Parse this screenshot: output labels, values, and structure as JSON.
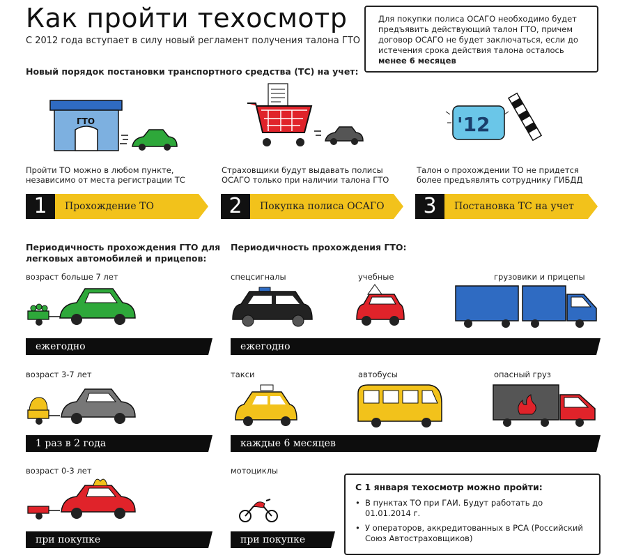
{
  "header": {
    "title": "Как пройти техосмотр",
    "subtitle": "С 2012 года вступает в силу новый регламент получения талона ГТО"
  },
  "note": {
    "text": "Для покупки полиса ОСАГО необходимо будет предъявить действующий талон ГТО, причем договор ОСАГО не будет заключаться, если до истечения срока действия талона осталось",
    "bold": "менее 6 месяцев"
  },
  "procedure": {
    "heading": "Новый порядок постановки транспортного средства (ТС) на учет:",
    "gto_sign": "ГТО",
    "ticket_text": "'12",
    "steps": [
      {
        "number": "1",
        "label": "Прохождение ТО",
        "desc": "Пройти ТО можно в любом пункте, независимо от места регистрации ТС"
      },
      {
        "number": "2",
        "label": "Покупка полиса ОСАГО",
        "desc": "Страховщики будут выдавать полисы ОСАГО только при наличии талона ГТО"
      },
      {
        "number": "3",
        "label": "Постановка ТС на учет",
        "desc": "Талон о прохождении ТО не придется более предъявлять сотруднику ГИБДД"
      }
    ]
  },
  "periodicity_left": {
    "heading": "Периодичность прохождения ГТО для легковых автомобилей и прицепов:",
    "rows": [
      {
        "age": "возраст больше 7 лет",
        "band": "ежегодно"
      },
      {
        "age": "возраст 3-7 лет",
        "band": "1 раз в 2 года"
      },
      {
        "age": "возраст 0-3 лет",
        "band": "при покупке"
      }
    ]
  },
  "periodicity_right": {
    "heading": "Периодичность прохождения ГТО:",
    "row1": {
      "labels": [
        "спецсигналы",
        "учебные",
        "грузовики и прицепы"
      ],
      "band": "ежегодно"
    },
    "row2": {
      "labels": [
        "такси",
        "автобусы",
        "опасный груз"
      ],
      "band": "каждые 6 месяцев"
    },
    "row3": {
      "labels": [
        "мотоциклы"
      ],
      "band": "при покупке"
    }
  },
  "info": {
    "heading": "С 1 января техосмотр можно пройти:",
    "items": [
      "В пунктах ТО при ГАИ. Будут работать до 01.01.2014 г.",
      "У операторов, аккредитованных в РСА (Российский Союз Автостраховщиков)"
    ]
  },
  "colors": {
    "yellow": "#f2c21b",
    "green": "#2ea83a",
    "red": "#e0232a",
    "blue": "#2f6bc2",
    "dark": "#111111"
  }
}
